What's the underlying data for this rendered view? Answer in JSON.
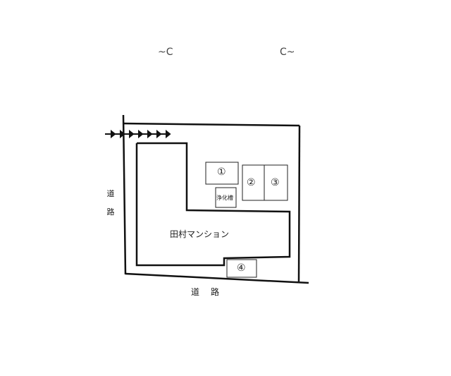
{
  "building": {
    "name": "田村マンション"
  },
  "lots": [
    {
      "id": "1",
      "label": "①"
    },
    {
      "id": "2",
      "label": "②"
    },
    {
      "id": "3",
      "label": "③"
    },
    {
      "id": "4",
      "label": "④"
    }
  ],
  "septic_tank": {
    "label": "浄化槽"
  },
  "roads": {
    "left": {
      "label_top": "道",
      "label_bottom": "路"
    },
    "bottom": {
      "label": "道　路"
    }
  },
  "access_arrows": {
    "count": 7,
    "glyph": "→"
  },
  "scan_marks": {
    "left": "~C",
    "right": "C~"
  }
}
